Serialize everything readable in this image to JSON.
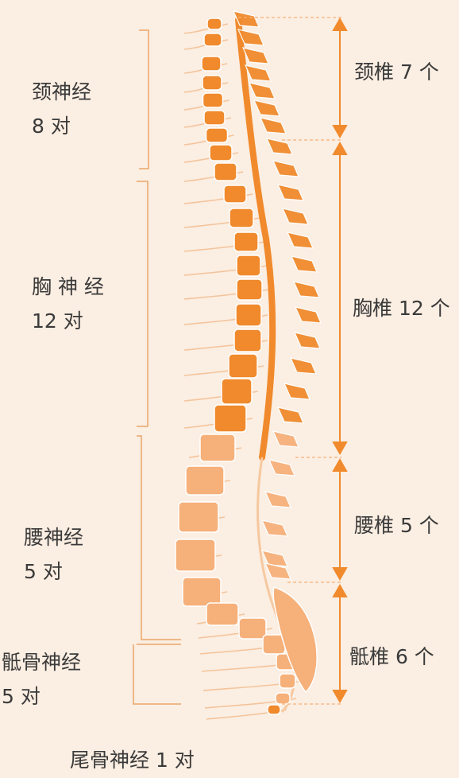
{
  "left_labels": {
    "cervical": {
      "line1": "颈神经",
      "line2": "8 对"
    },
    "thoracic": {
      "line1": "胸 神 经",
      "line2": "12 对"
    },
    "lumbar": {
      "line1": "腰神经",
      "line2": "5 对"
    },
    "sacral": {
      "line1": "骶骨神经",
      "line2": "5 对"
    },
    "coccygeal": "尾骨神经 1 对"
  },
  "right_labels": {
    "cervical": "颈椎 7 个",
    "thoracic": "胸椎 12 个",
    "lumbar": "腰椎 5 个",
    "sacral": "骶椎 6 个"
  },
  "colors": {
    "background": "#fbeee2",
    "accent": "#f08a2c",
    "vertebra_dark": "#f08a2c",
    "vertebra_light": "#f6b07a",
    "nerve": "#f4c49c",
    "text": "#3a3a3a"
  }
}
